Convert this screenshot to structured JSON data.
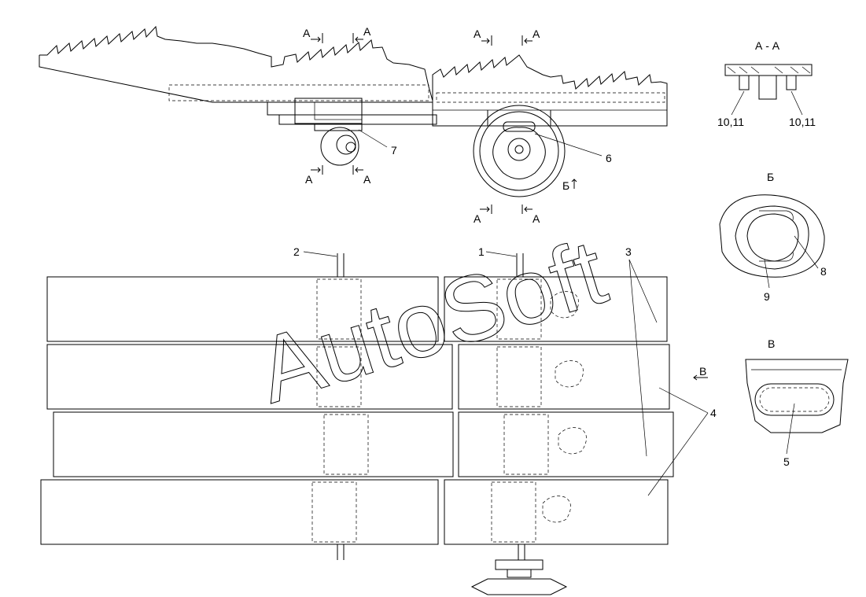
{
  "watermark": "AutoSoft",
  "section_marks": {
    "a": "А",
    "view_title_aa": "А - А",
    "view_title_b": "Б",
    "view_title_v": "В",
    "arrow_b": "Б",
    "arrow_v": "В"
  },
  "callouts": {
    "c1": "1",
    "c2": "2",
    "c3": "3",
    "c4": "4",
    "c5": "5",
    "c6": "6",
    "c7": "7",
    "c8": "8",
    "c9": "9",
    "c10_left": "10,11",
    "c10_right": "10,11"
  }
}
